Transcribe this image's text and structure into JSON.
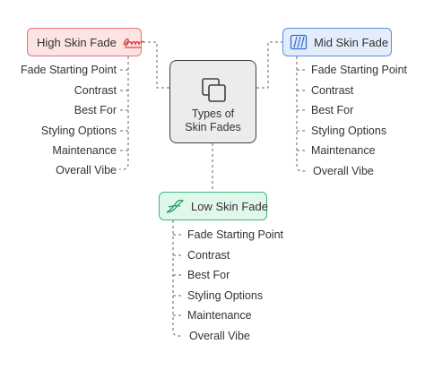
{
  "center": {
    "lines": [
      "Types of",
      "Skin Fades"
    ]
  },
  "high": {
    "title": "High Skin Fade",
    "icon": "signature-icon",
    "items": [
      "Fade Starting Point",
      "Contrast",
      "Best For",
      "Styling Options",
      "Maintenance",
      "Overall Vibe"
    ]
  },
  "mid": {
    "title": "Mid Skin Fade",
    "icon": "hatched-stripes-icon",
    "items": [
      "Fade Starting Point",
      "Contrast",
      "Best For",
      "Styling Options",
      "Maintenance",
      "Overall Vibe"
    ]
  },
  "low": {
    "title": "Low Skin Fade",
    "icon": "swoosh-icon",
    "items": [
      "Fade Starting Point",
      "Contrast",
      "Best For",
      "Styling Options",
      "Maintenance",
      "Overall Vibe"
    ]
  },
  "colors": {
    "high": "#e57373",
    "mid": "#5b8fe0",
    "low": "#3bb97a",
    "center": "#3f3f3f"
  }
}
